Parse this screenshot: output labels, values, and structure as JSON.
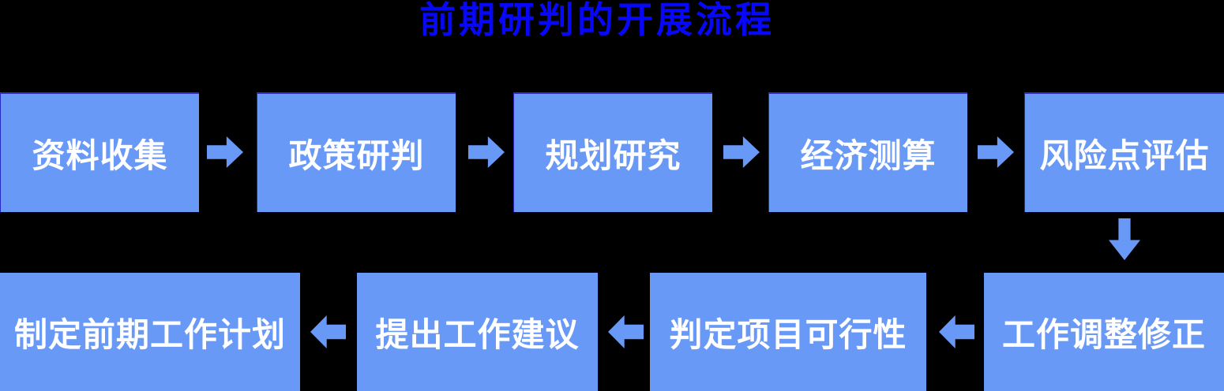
{
  "title": {
    "text": "前期研判的开展流程"
  },
  "colors": {
    "background": "#000000",
    "title_text": "#0707fa",
    "box_fill": "#6999f7",
    "box_outline": "#2828c6",
    "box_text": "#ffffff",
    "arrow_fill": "#6999f7"
  },
  "flow": {
    "row1": [
      {
        "label": "资料收集"
      },
      {
        "label": "政策研判"
      },
      {
        "label": "规划研究"
      },
      {
        "label": "经济测算"
      },
      {
        "label": "风险点评估"
      }
    ],
    "row2": [
      {
        "label": "工作调整修正"
      },
      {
        "label": "判定项目可行性"
      },
      {
        "label": "提出工作建议"
      },
      {
        "label": "制定前期工作计划"
      }
    ]
  }
}
